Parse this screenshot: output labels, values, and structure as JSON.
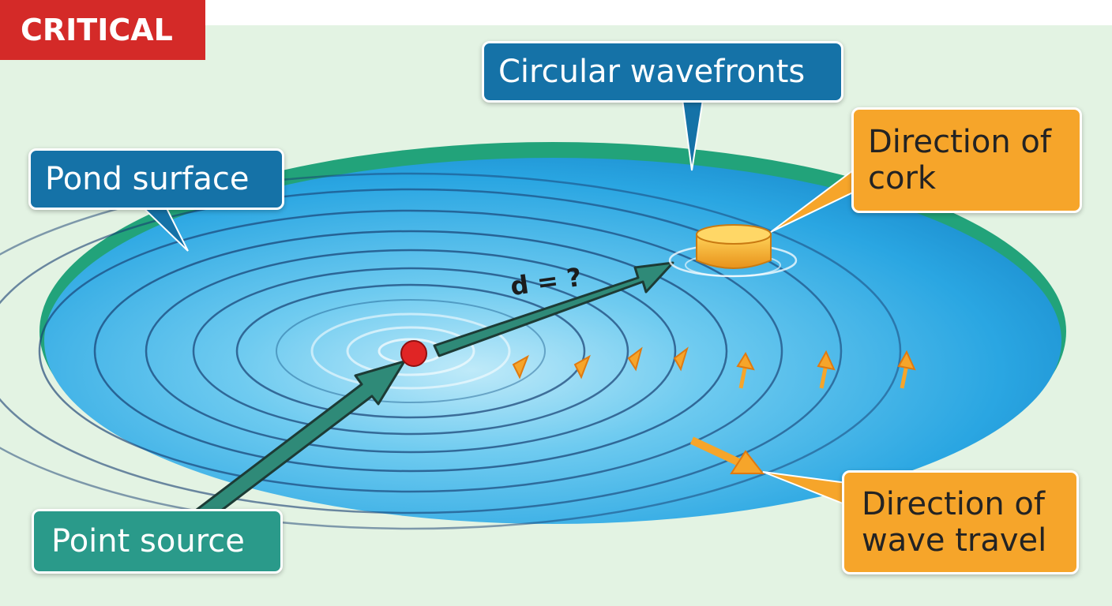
{
  "badge": "CRITICAL",
  "labels": {
    "wavefronts": "Circular wavefronts",
    "pond": "Pond surface",
    "cork": "Direction of\ncork",
    "source": "Point source",
    "travel": "Direction of\nwave travel"
  },
  "distance_label": "d = ?",
  "colors": {
    "badge": "#d42a28",
    "label_blue": "#1572a7",
    "label_teal": "#2a9a8a",
    "label_orange": "#f6a52a",
    "water": "#3fb2e6",
    "pond_rim": "#22a37a",
    "source_dot": "#e02525",
    "cork": "#f5a623",
    "arrow": "#2f8a78"
  }
}
